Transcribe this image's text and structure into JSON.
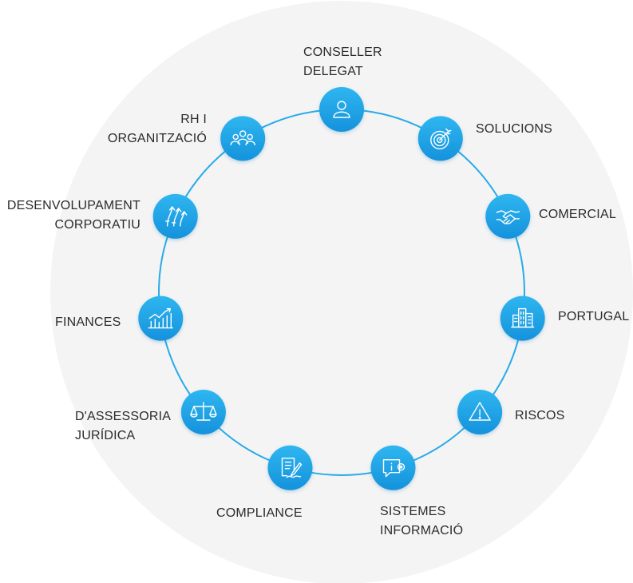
{
  "colors": {
    "background_disc": "#f4f4f4",
    "ring": "#27aae8",
    "node_fill_top": "#2fb6f0",
    "node_fill_bottom": "#1592dc",
    "icon_stroke": "#ffffff",
    "label_text": "#2b2b2b"
  },
  "nodes": [
    {
      "id": "conseller-delegat",
      "icon": "user-icon",
      "label_lines": [
        "CONSELLER",
        "DELEGAT"
      ]
    },
    {
      "id": "solucions",
      "icon": "target-icon",
      "label_lines": [
        "SOLUCIONS"
      ]
    },
    {
      "id": "comercial",
      "icon": "handshake-icon",
      "label_lines": [
        "COMERCIAL"
      ]
    },
    {
      "id": "portugal",
      "icon": "buildings-icon",
      "label_lines": [
        "PORTUGAL"
      ]
    },
    {
      "id": "riscos",
      "icon": "warning-icon",
      "label_lines": [
        "RISCOS"
      ]
    },
    {
      "id": "sistemes-informacio",
      "icon": "info-chat-icon",
      "label_lines": [
        "SISTEMES",
        "INFORMACIÓ"
      ]
    },
    {
      "id": "compliance",
      "icon": "document-sign-icon",
      "label_lines": [
        "COMPLIANCE"
      ]
    },
    {
      "id": "assessoria-juridica",
      "icon": "scales-icon",
      "label_lines": [
        "D'ASSESSORIA",
        "JURÍDICA"
      ]
    },
    {
      "id": "finances",
      "icon": "growth-chart-icon",
      "label_lines": [
        "FINANCES"
      ]
    },
    {
      "id": "desenvolupament-corporatiu",
      "icon": "growth-arrows-icon",
      "label_lines": [
        "DESENVOLUPAMENT",
        "CORPORATIU"
      ]
    },
    {
      "id": "rh-organitzacio",
      "icon": "team-icon",
      "label_lines": [
        "RH I",
        "ORGANITZACIÓ"
      ]
    }
  ]
}
